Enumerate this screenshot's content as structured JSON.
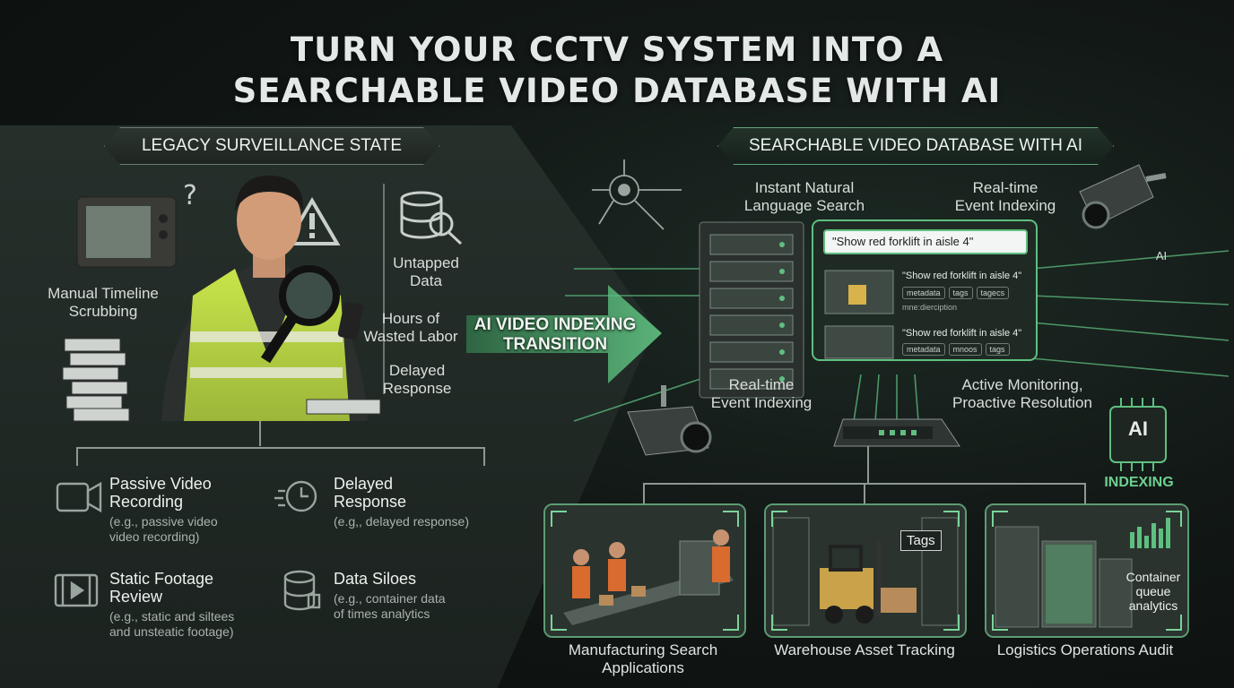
{
  "title": {
    "line1": "TURN YOUR CCTV SYSTEM INTO A",
    "line2": "SEARCHABLE VIDEO DATABASE WITH AI"
  },
  "left": {
    "banner": "LEGACY SURVEILLANCE STATE",
    "labels": {
      "manual_timeline": "Manual Timeline\nScrubbing",
      "untapped_data": "Untapped\nData",
      "hours_wasted": "Hours of\nWasted Labor",
      "delayed_response": "Delayed\nResponse",
      "question_mark": "?"
    },
    "features": [
      {
        "title": "Passive Video\nRecording",
        "sub": "(e.g., passive video\nvideo recording)",
        "icon": "video-camera-icon"
      },
      {
        "title": "Delayed\nResponse",
        "sub": "(e.g,, delayed response)",
        "icon": "clock-icon"
      },
      {
        "title": "Static Footage\nReview",
        "sub": "(e.g., static and siltees\nand unsteatic footage)",
        "icon": "film-icon"
      },
      {
        "title": "Data Siloes",
        "sub": "(e.g., container data\nof times analytics",
        "icon": "database-icon"
      }
    ]
  },
  "transition": {
    "label": "AI VIDEO INDEXING\nTRANSITION"
  },
  "right": {
    "banner": "SEARCHABLE VIDEO DATABASE WITH AI",
    "labels": {
      "instant_search": "Instant Natural\nLanguage Search",
      "realtime_top": "Real-time\nEvent Indexing",
      "realtime_left": "Real-time\nEvent Indexing",
      "active_monitoring": "Active Monitoring,\nProactive Resolution",
      "ai_small": "AI",
      "indexing": "INDEXING",
      "chip_text": "AI"
    },
    "search": {
      "query": "\"Show red forklift in aisle 4\"",
      "results": [
        {
          "text": "\"Show red forklift in aisle 4\"",
          "tags": [
            "metadata",
            "tags",
            "tagecs"
          ],
          "extra": "mne:dierciption"
        },
        {
          "text": "\"Show red forklift in aisle 4\"",
          "tags": [
            "metadata",
            "mnoos",
            "tags"
          ],
          "extra": ""
        }
      ]
    },
    "apps": [
      {
        "caption": "Manufacturing Search\nApplications",
        "overlay": ""
      },
      {
        "caption": "Warehouse Asset Tracking",
        "overlay": "Tags"
      },
      {
        "caption": "Logistics Operations Audit",
        "overlay": "Container\nqueue\nanalytics"
      }
    ]
  },
  "colors": {
    "accent": "#5fbf80",
    "accent_dark": "#2f6a45",
    "panel": "#222a26"
  }
}
